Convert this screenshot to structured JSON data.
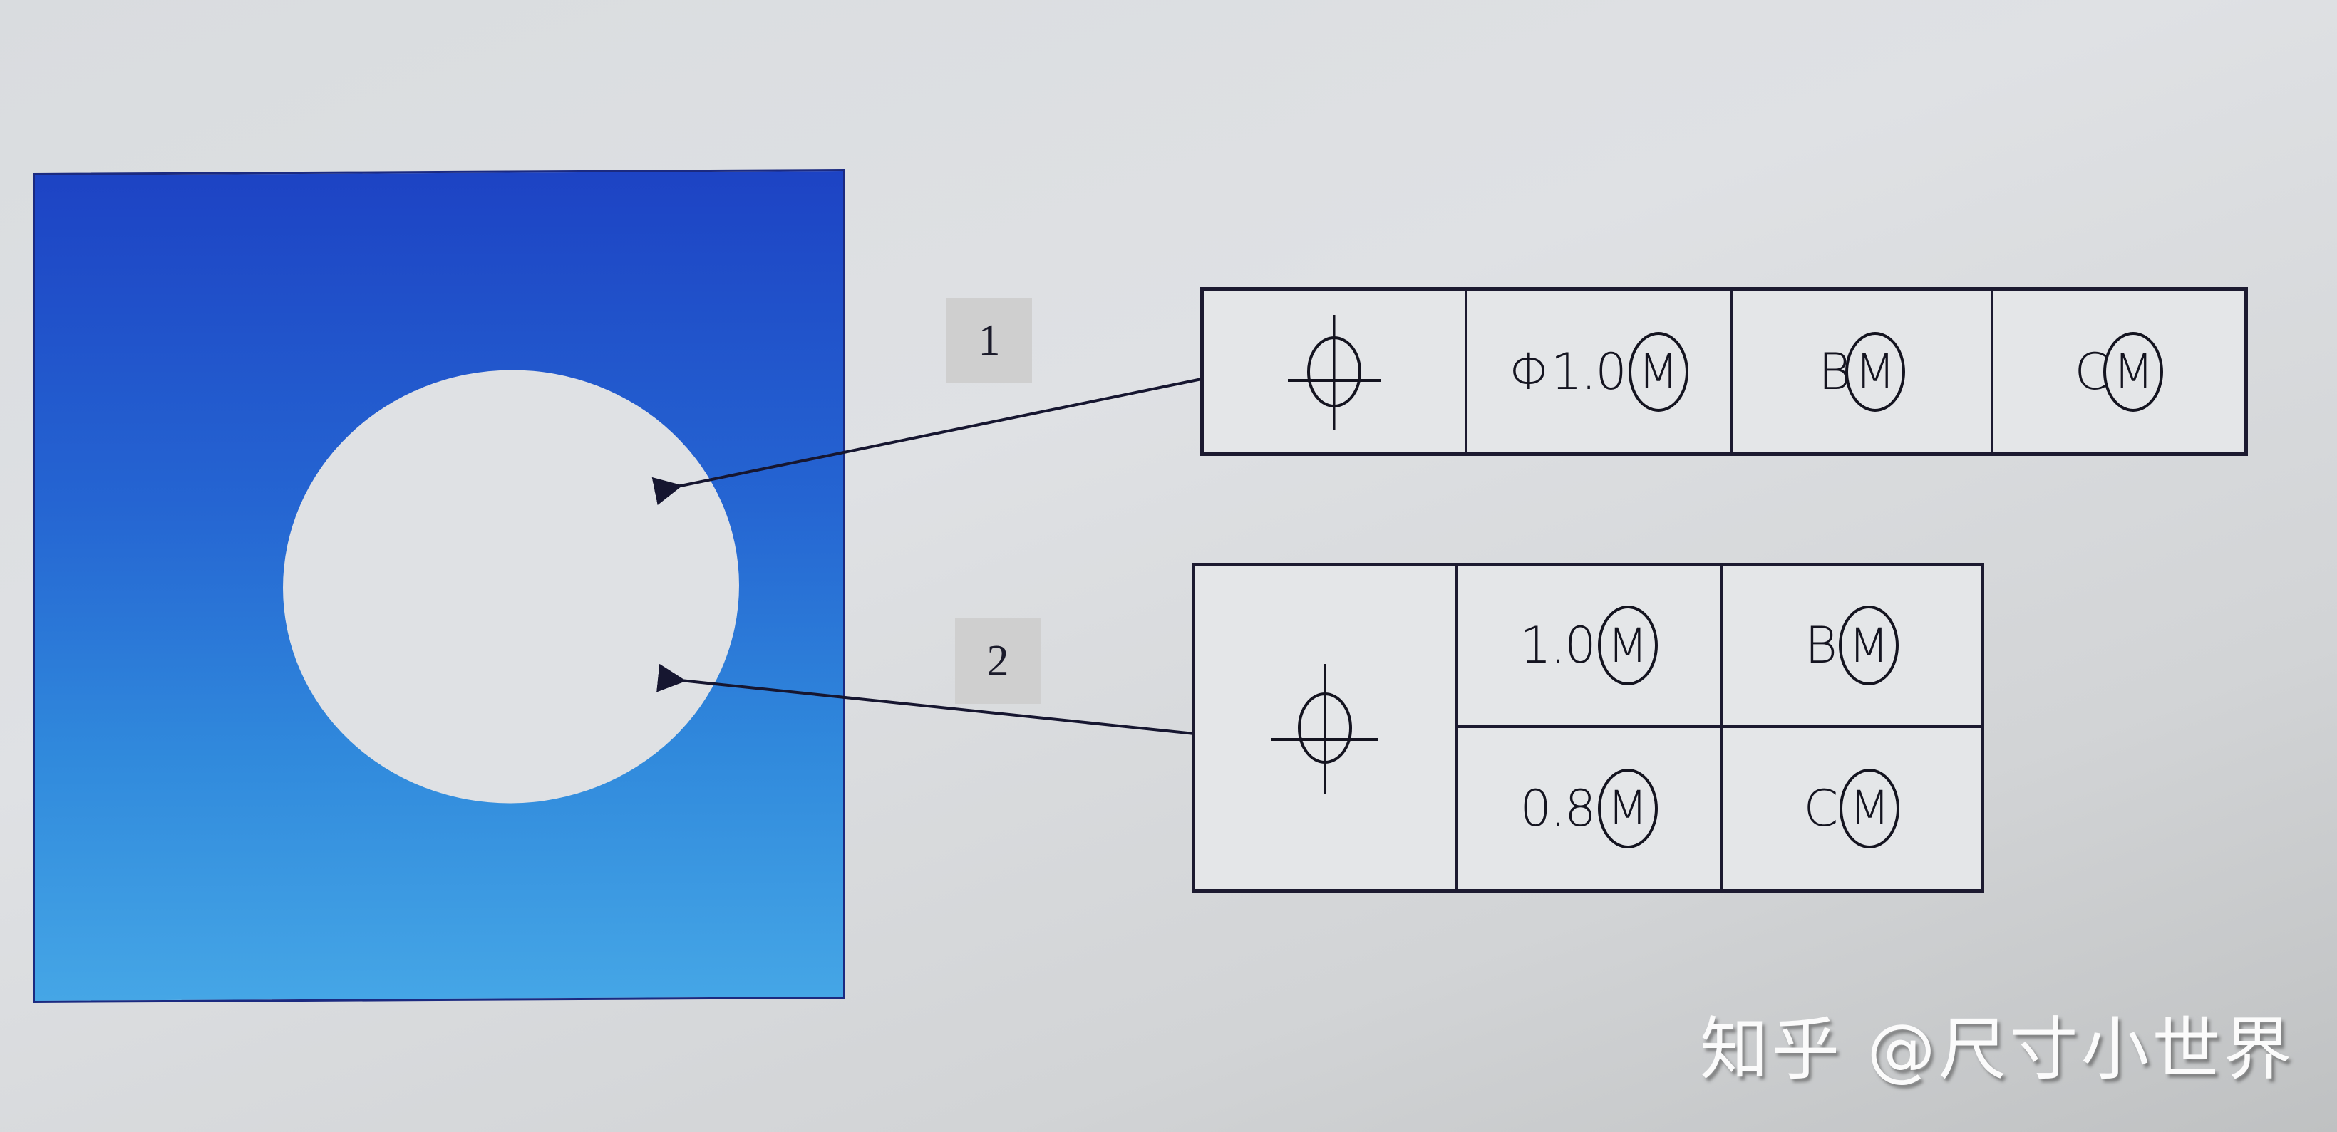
{
  "diagram": {
    "part": {
      "description": "blue square plate with circular hole",
      "plate_color": "#2565d2",
      "hole_color": "#dfe1e4"
    },
    "callouts": [
      {
        "label": "1",
        "frame": {
          "symbol": "position-icon",
          "tolerance": "Φ1.0",
          "tolerance_modifier": "M",
          "datums": [
            {
              "letter": "B",
              "modifier": "M"
            },
            {
              "letter": "C",
              "modifier": "M"
            }
          ]
        }
      },
      {
        "label": "2",
        "frame": {
          "symbol": "position-icon",
          "rows": [
            {
              "tolerance": "1.0",
              "tolerance_modifier": "M",
              "datum": "B",
              "datum_modifier": "M"
            },
            {
              "tolerance": "0.8",
              "tolerance_modifier": "M",
              "datum": "C",
              "datum_modifier": "M"
            }
          ]
        }
      }
    ]
  },
  "watermark": "知乎 @尺寸小世界"
}
